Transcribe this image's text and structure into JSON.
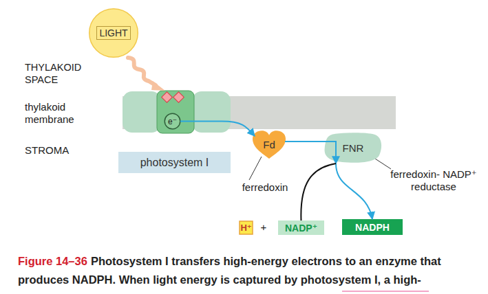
{
  "diagram": {
    "caption": "Photosystem I transfers high-energy electrons to an enzyme that produces NADPH. When light energy is captured by photosystem I, a high-",
    "nodes": [
      {
        "text": [
          "LIGHT"
        ]
      },
      {
        "text": [
          "e⁻"
        ]
      },
      {
        "text": [
          "photosystem I"
        ]
      },
      {
        "text": [
          "Fd"
        ]
      },
      {
        "text": [
          "FNR"
        ]
      },
      {
        "text": [
          "H⁺"
        ]
      },
      {
        "text": [
          "NADP⁺"
        ]
      },
      {
        "text": [
          "NADPH"
        ]
      }
    ],
    "edges": [
      {
        "from": 1,
        "to": 3,
        "arrow": "to"
      },
      {
        "from": 3,
        "to": 4,
        "arrow": "to"
      },
      {
        "from": 4,
        "to": 7,
        "arrow": "to"
      },
      {
        "from": 6,
        "to": 4,
        "arrow": "none"
      }
    ],
    "labels": [
      "THYLAKOID SPACE",
      "thylakoid membrane",
      "STROMA",
      "ferredoxin",
      "ferredoxin- NADP⁺ reductase",
      "+",
      "Figure 14–36"
    ]
  }
}
